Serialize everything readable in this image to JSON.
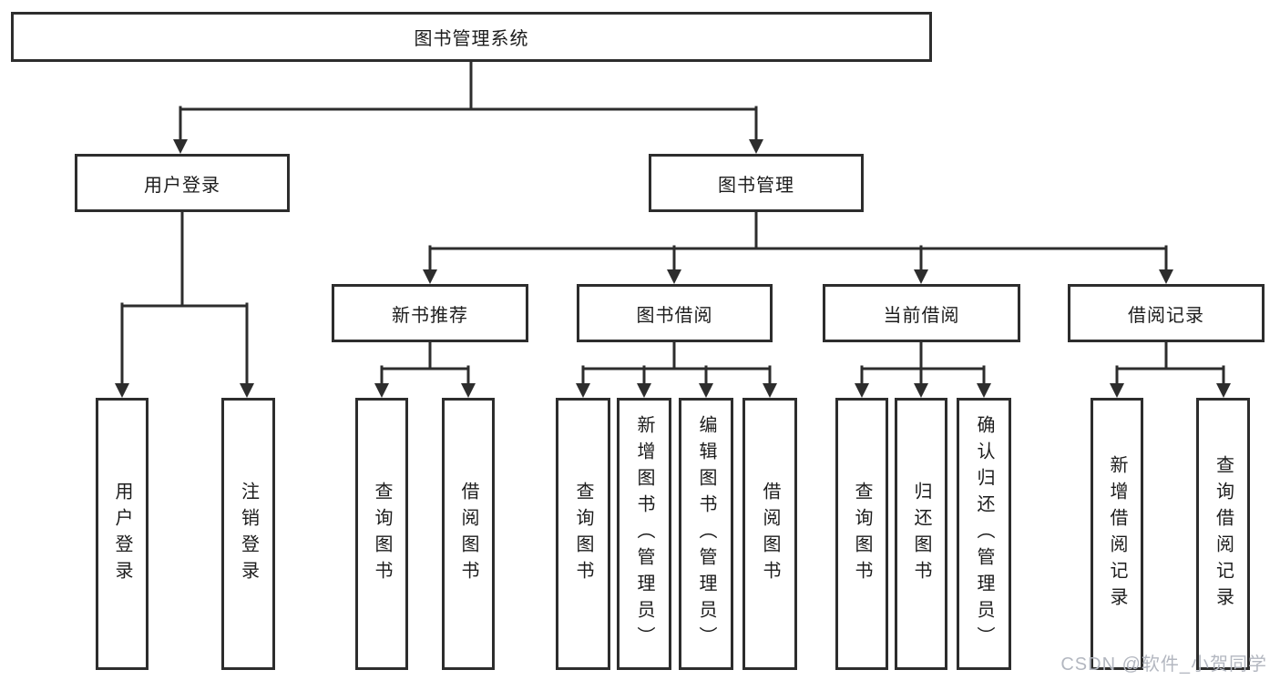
{
  "diagram": {
    "title": "图书管理系统",
    "type": "hierarchy-tree",
    "colors": {
      "line": "#2d2d2d",
      "box_border": "#2d2d2d",
      "box_fill": "#ffffff",
      "text": "#1c1c1c",
      "watermark": "#b3b7c0",
      "background": "#ffffff"
    },
    "nodes": {
      "root": "图书管理系统",
      "user_login": "用户登录",
      "book_management": "图书管理",
      "new_book_recommend": "新书推荐",
      "book_borrow": "图书借阅",
      "current_borrow": "当前借阅",
      "borrow_records": "借阅记录",
      "ul_user_login": "用户登录",
      "ul_logout": "注销登录",
      "nb_query_books": "查询图书",
      "nb_borrow_books": "借阅图书",
      "bb_query_books": "查询图书",
      "bb_add_books_admin": "新增图书（管理员）",
      "bb_edit_books_admin": "编辑图书（管理员）",
      "bb_borrow_books": "借阅图书",
      "cb_query_books": "查询图书",
      "cb_return_books": "归还图书",
      "cb_confirm_return_admin": "确认归还（管理员）",
      "br_add_record": "新增借阅记录",
      "br_query_record": "查询借阅记录"
    },
    "tree": {
      "label": "图书管理系统",
      "children": [
        {
          "label": "用户登录",
          "children": [
            {
              "label": "用户登录"
            },
            {
              "label": "注销登录"
            }
          ]
        },
        {
          "label": "图书管理",
          "children": [
            {
              "label": "新书推荐",
              "children": [
                {
                  "label": "查询图书"
                },
                {
                  "label": "借阅图书"
                }
              ]
            },
            {
              "label": "图书借阅",
              "children": [
                {
                  "label": "查询图书"
                },
                {
                  "label": "新增图书（管理员）"
                },
                {
                  "label": "编辑图书（管理员）"
                },
                {
                  "label": "借阅图书"
                }
              ]
            },
            {
              "label": "当前借阅",
              "children": [
                {
                  "label": "查询图书"
                },
                {
                  "label": "归还图书"
                },
                {
                  "label": "确认归还（管理员）"
                }
              ]
            },
            {
              "label": "借阅记录",
              "children": [
                {
                  "label": "新增借阅记录"
                },
                {
                  "label": "查询借阅记录"
                }
              ]
            }
          ]
        }
      ]
    },
    "watermark": "CSDN @软件_小贺同学"
  }
}
